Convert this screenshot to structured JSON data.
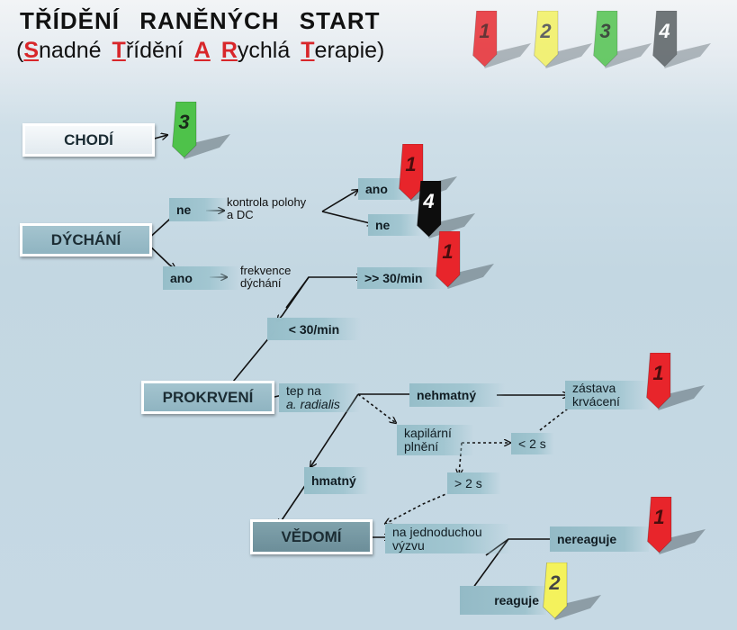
{
  "header": {
    "title": "TŘÍDĚNÍ  RANĚNÝCH  START",
    "subtitle": {
      "open": "(",
      "s_letter": "S",
      "s_rest": "nadné",
      "t_letter": "T",
      "t_rest": "řídění",
      "a_letter": "A",
      "r_letter": "R",
      "r_rest": "ychlá",
      "t2_letter": "T",
      "t2_rest": "erapie)"
    }
  },
  "legend": [
    {
      "label": "1",
      "color": "#e8252b"
    },
    {
      "label": "2",
      "color": "#f4f25c"
    },
    {
      "label": "3",
      "color": "#4ec24a"
    },
    {
      "label": "4",
      "color": "#555c5f"
    }
  ],
  "nodes": {
    "chodi": "CHODÍ",
    "dychani": "DÝCHÁNÍ",
    "prokrveni": "PROKRVENÍ",
    "vedomi": "VĚDOMÍ"
  },
  "labels": {
    "ne": "ne",
    "kontrola_line1": "kontrola polohy",
    "kontrola_line2": "a DC",
    "ano_top": "ano",
    "ne_bottom": "ne",
    "ano": "ano",
    "frekvence_line1": "frekvence",
    "frekvence_line2": "dýchání",
    "over30": ">> 30/min",
    "under30": "< 30/min",
    "tep_line1": "tep na",
    "tep_line2": "a. radialis",
    "nehmatny": "nehmatný",
    "zastava_line1": "zástava",
    "zastava_line2": "krvácení",
    "kapilarni_line1": "kapilární",
    "kapilarni_line2": "plnění",
    "under2s": "< 2 s",
    "hmatny": "hmatný",
    "over2s": "> 2 s",
    "vyzva_line1": "na jednoduchou",
    "vyzva_line2": "výzvu",
    "nereaguje": "nereaguje",
    "reaguje": "reaguje"
  },
  "flags": {
    "chodi": {
      "label": "3",
      "color": "#4ec24a"
    },
    "ano_kontrola": {
      "label": "1",
      "color": "#e8252b"
    },
    "ne_kontrola": {
      "label": "4",
      "color": "#0d0d0d"
    },
    "over30": {
      "label": "1",
      "color": "#e8252b"
    },
    "zastava": {
      "label": "1",
      "color": "#e8252b"
    },
    "nereaguje": {
      "label": "1",
      "color": "#e8252b"
    },
    "reaguje": {
      "label": "2",
      "color": "#f4f25c"
    }
  }
}
